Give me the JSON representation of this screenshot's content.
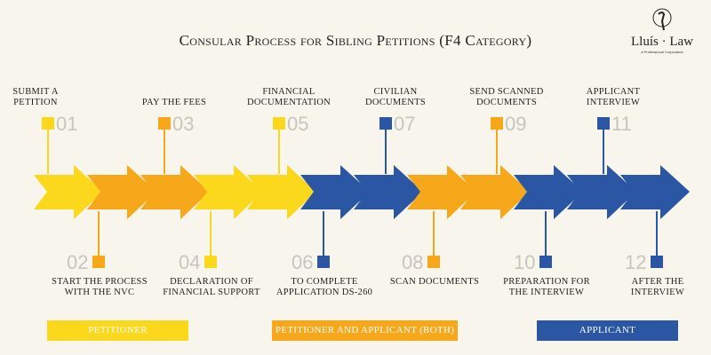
{
  "title": "Consular Process for Sibling Petitions (F4 Category)",
  "logo": {
    "name": "Lluís · Law",
    "subtitle": "A Professional Corporation"
  },
  "colors": {
    "yellow": "#fcd81c",
    "orange": "#f6a81a",
    "blue": "#2a56a4",
    "number": "#c8c5be"
  },
  "steps": [
    {
      "num": "01",
      "label": "Submit a petition",
      "color": "yellow",
      "pos": "top"
    },
    {
      "num": "02",
      "label": "Start the process with the NVC",
      "color": "orange",
      "pos": "bottom"
    },
    {
      "num": "03",
      "label": "Pay the fees",
      "color": "orange",
      "pos": "top"
    },
    {
      "num": "04",
      "label": "Declaration of financial support",
      "color": "yellow",
      "pos": "bottom"
    },
    {
      "num": "05",
      "label": "Financial documentation",
      "color": "yellow",
      "pos": "top"
    },
    {
      "num": "06",
      "label": "To complete application DS-260",
      "color": "blue",
      "pos": "bottom"
    },
    {
      "num": "07",
      "label": "Civilian documents",
      "color": "blue",
      "pos": "top"
    },
    {
      "num": "08",
      "label": "Scan documents",
      "color": "orange",
      "pos": "bottom"
    },
    {
      "num": "09",
      "label": "Send scanned documents",
      "color": "orange",
      "pos": "top"
    },
    {
      "num": "10",
      "label": "Preparation for the interview",
      "color": "blue",
      "pos": "bottom"
    },
    {
      "num": "11",
      "label": "Applicant interview",
      "color": "blue",
      "pos": "top"
    },
    {
      "num": "12",
      "label": "After the interview",
      "color": "blue",
      "pos": "bottom"
    }
  ],
  "legend": [
    {
      "label": "Petitioner",
      "color": "yellow"
    },
    {
      "label": "Petitioner and Applicant (Both)",
      "color": "orange"
    },
    {
      "label": "Applicant",
      "color": "blue"
    }
  ]
}
